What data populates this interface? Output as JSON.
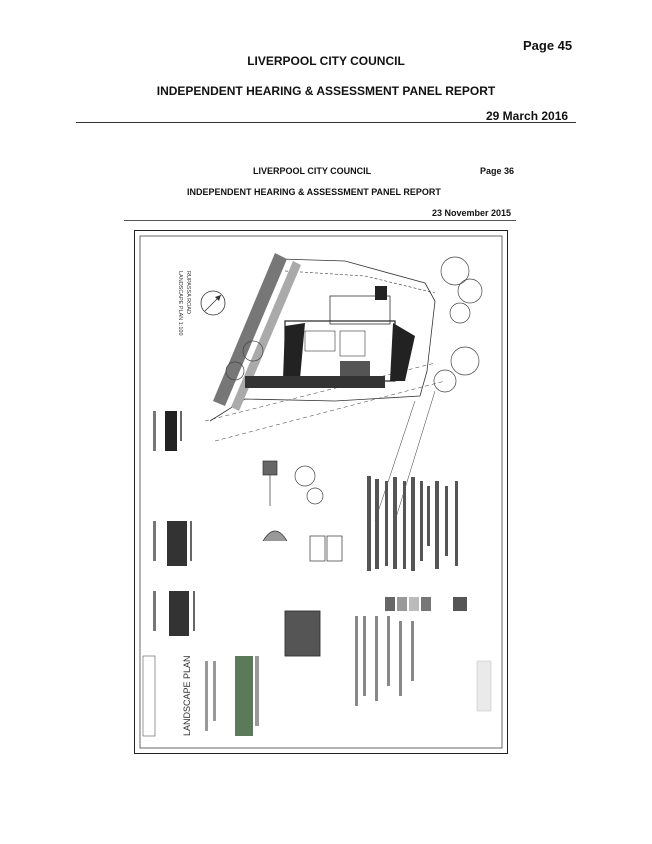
{
  "header": {
    "page_label": "Page 45",
    "council": "LIVERPOOL CITY COUNCIL",
    "report_title": "INDEPENDENT HEARING & ASSESSMENT PANEL REPORT",
    "date": "29 March 2016"
  },
  "embedded_page": {
    "council": "LIVERPOOL CITY COUNCIL",
    "page_label": "Page 36",
    "report_title": "INDEPENDENT HEARING & ASSESSMENT PANEL REPORT",
    "date": "23 November 2015"
  },
  "drawing": {
    "title": "LANDSCAPE PLAN",
    "road_label": "RUPASSA ROAD",
    "plan_scale_label": "LANDSCAPE PLAN 1:100"
  }
}
